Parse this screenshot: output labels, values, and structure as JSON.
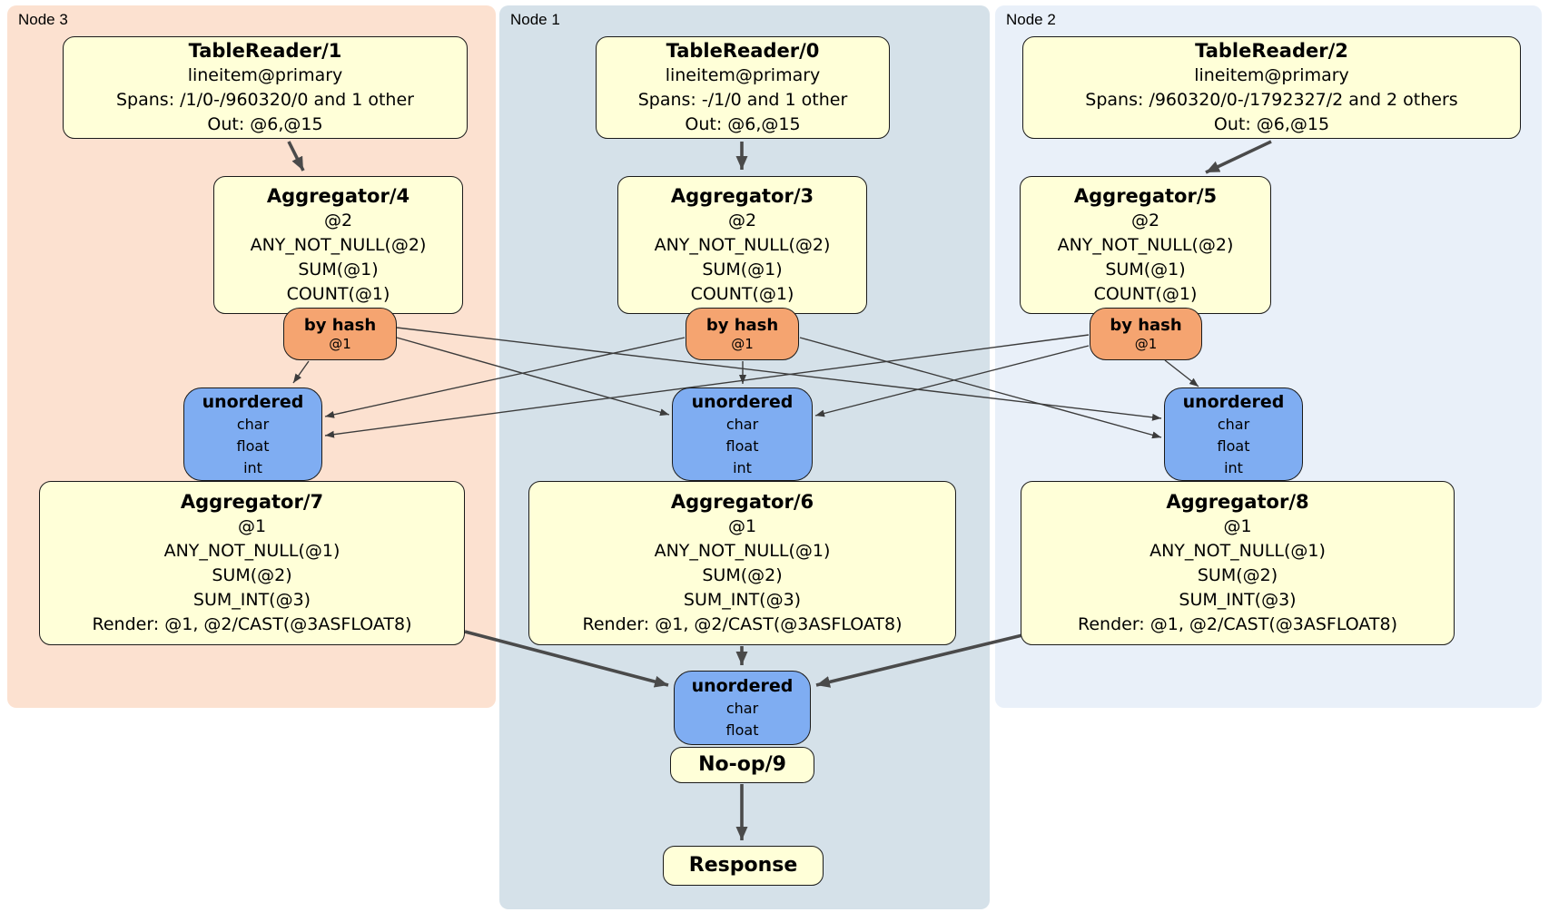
{
  "regions": {
    "node3": {
      "label": "Node 3"
    },
    "node1": {
      "label": "Node 1"
    },
    "node2": {
      "label": "Node 2"
    }
  },
  "boxes": {
    "tr1": {
      "title": "TableReader/1",
      "lines": [
        "lineitem@primary",
        "Spans: /1/0-/960320/0 and 1 other",
        "Out: @6,@15"
      ]
    },
    "tr0": {
      "title": "TableReader/0",
      "lines": [
        "lineitem@primary",
        "Spans: -/1/0 and 1 other",
        "Out: @6,@15"
      ]
    },
    "tr2": {
      "title": "TableReader/2",
      "lines": [
        "lineitem@primary",
        "Spans: /960320/0-/1792327/2 and 2 others",
        "Out: @6,@15"
      ]
    },
    "agg4": {
      "title": "Aggregator/4",
      "lines": [
        "@2",
        "ANY_NOT_NULL(@2)",
        "SUM(@1)",
        "COUNT(@1)"
      ]
    },
    "agg3": {
      "title": "Aggregator/3",
      "lines": [
        "@2",
        "ANY_NOT_NULL(@2)",
        "SUM(@1)",
        "COUNT(@1)"
      ]
    },
    "agg5": {
      "title": "Aggregator/5",
      "lines": [
        "@2",
        "ANY_NOT_NULL(@2)",
        "SUM(@1)",
        "COUNT(@1)"
      ]
    },
    "byhash_left": {
      "title": "by hash",
      "sub": "@1"
    },
    "byhash_center": {
      "title": "by hash",
      "sub": "@1"
    },
    "byhash_right": {
      "title": "by hash",
      "sub": "@1"
    },
    "unordered_left": {
      "title": "unordered",
      "lines": [
        "char",
        "float",
        "int"
      ]
    },
    "unordered_center": {
      "title": "unordered",
      "lines": [
        "char",
        "float",
        "int"
      ]
    },
    "unordered_right": {
      "title": "unordered",
      "lines": [
        "char",
        "float",
        "int"
      ]
    },
    "agg7": {
      "title": "Aggregator/7",
      "lines": [
        "@1",
        "ANY_NOT_NULL(@1)",
        "SUM(@2)",
        "SUM_INT(@3)",
        "Render: @1, @2/CAST(@3ASFLOAT8)"
      ]
    },
    "agg6": {
      "title": "Aggregator/6",
      "lines": [
        "@1",
        "ANY_NOT_NULL(@1)",
        "SUM(@2)",
        "SUM_INT(@3)",
        "Render: @1, @2/CAST(@3ASFLOAT8)"
      ]
    },
    "agg8": {
      "title": "Aggregator/8",
      "lines": [
        "@1",
        "ANY_NOT_NULL(@1)",
        "SUM(@2)",
        "SUM_INT(@3)",
        "Render: @1, @2/CAST(@3ASFLOAT8)"
      ]
    },
    "unordered_bottom": {
      "title": "unordered",
      "lines": [
        "char",
        "float"
      ]
    },
    "noop": {
      "title": "No-op/9"
    },
    "response": {
      "title": "Response"
    }
  },
  "colors": {
    "node3_bg": "#fce1d0",
    "node1_bg": "#d5e1e9",
    "node2_bg": "#e9f0f9",
    "processor_bg": "#ffffd8",
    "router_bg": "#f5a470",
    "sync_bg": "#7fadf2",
    "edge": "#4a4a4a"
  }
}
